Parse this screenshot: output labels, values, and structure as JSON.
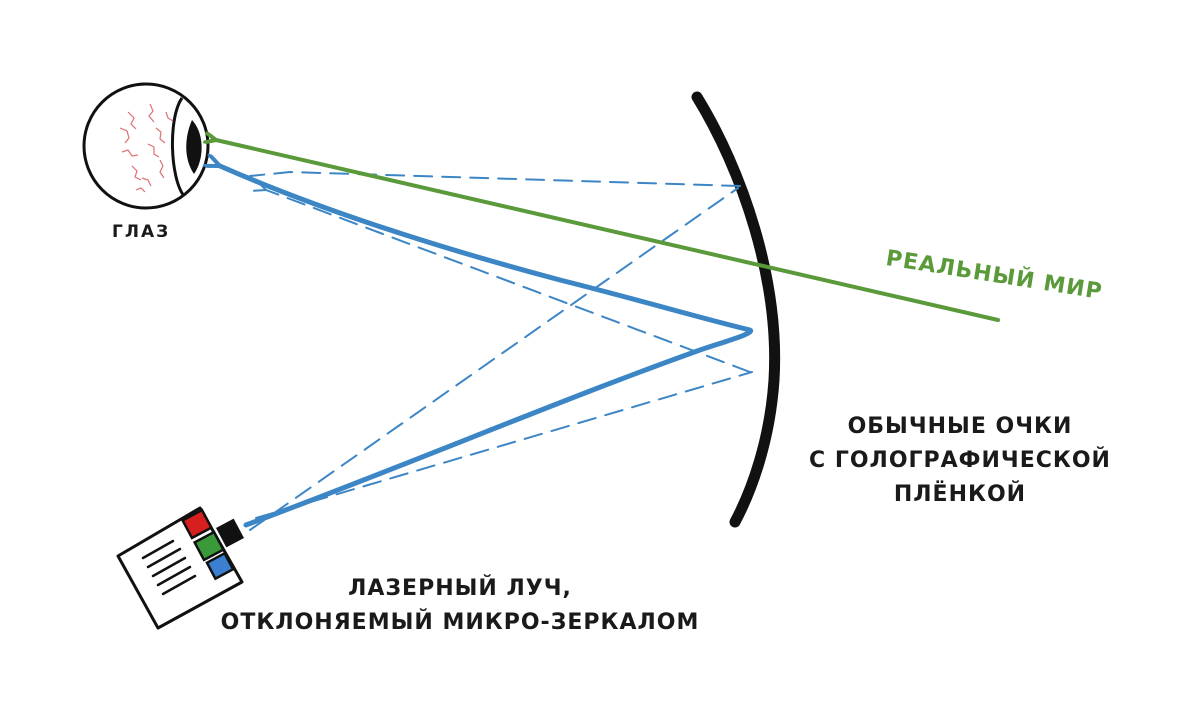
{
  "labels": {
    "eye": "ГЛАЗ",
    "real_world": "РЕАЛЬНЫЙ МИР",
    "glasses_line1": "ОБЫЧНЫЕ ОЧКИ",
    "glasses_line2": "С ГОЛОГРАФИЧЕСКОЙ",
    "glasses_line3": "ПЛЁНКОЙ",
    "laser_line1": "ЛАЗЕРНЫЙ ЛУЧ,",
    "laser_line2": "ОТКЛОНЯЕМЫЙ МИКРО-ЗЕРКАЛОМ"
  },
  "colors": {
    "real_world_ray": "#5a9a3a",
    "laser_ray": "#3d86c6",
    "lens": "#111111",
    "projector_red": "#d62020",
    "projector_green": "#3a9a3a",
    "projector_blue": "#3a7fd0",
    "eye_vessels": "#e07070"
  },
  "icons": {
    "eye": "eyeball-icon",
    "projector": "laser-projector-icon"
  }
}
